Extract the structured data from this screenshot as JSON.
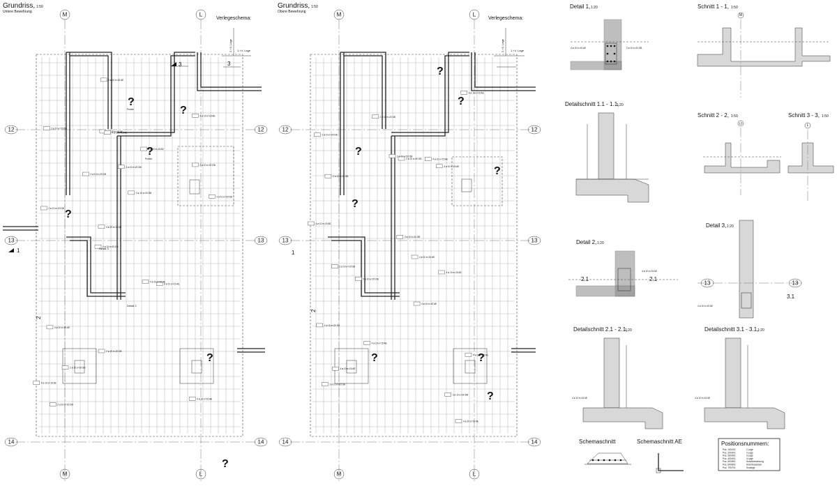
{
  "plan_left": {
    "title": "Grundriss,",
    "scale": "1:50",
    "subtitle": "Untere Bewehrung",
    "axes": {
      "top_m": "M",
      "top_l": "L",
      "row12": "12",
      "row13": "13",
      "row14": "14",
      "bottom_m": "M",
      "bottom_l": "L"
    },
    "schema_title": "Verlegeschema:",
    "schema_layer_a": "2.+3. Lage",
    "schema_layer_b": "1.+4. Lage",
    "schema_section": "3",
    "section_marks": {
      "s1": "1",
      "s2": "2",
      "s3": "3"
    },
    "detail2": "Detail 2",
    "detail3": "Detail 3"
  },
  "plan_right": {
    "title": "Grundriss,",
    "scale": "1:50",
    "subtitle": "Obere Bewehrung",
    "axes": {
      "top_m": "M",
      "top_l": "L",
      "row12": "12",
      "row13": "13",
      "row14": "14",
      "bottom_m": "M",
      "bottom_l": "L"
    },
    "schema_title": "Verlegeschema:",
    "schema_layer_a": "2.+3. Lage",
    "schema_layer_b": "1.+4. Lage",
    "section_marks": {
      "s1": "1",
      "s2": "2"
    }
  },
  "details": {
    "detail1": {
      "title": "Detail 1,",
      "scale": "1:20"
    },
    "detailschnitt11": {
      "title": "Detailschnitt 1.1 - 1.1,",
      "scale": "1:20"
    },
    "detail2": {
      "title": "Detail 2,",
      "scale": "1:20",
      "mark_a": "2.1",
      "mark_b": "2.1"
    },
    "detailschnitt21": {
      "title": "Detailschnitt 2.1 - 2.1,",
      "scale": "1:20"
    },
    "schnitt11": {
      "title": "Schnitt 1 - 1,",
      "scale": "1:50",
      "axis": "M"
    },
    "schnitt22": {
      "title": "Schnitt 2 - 2,",
      "scale": "1:50",
      "axis": "13"
    },
    "schnitt33": {
      "title": "Schnitt 3 - 3,",
      "scale": "1:50",
      "axis": "L"
    },
    "detail3": {
      "title": "Detail 3,",
      "scale": "1:20",
      "axis_a": "13",
      "axis_b": "13",
      "mark": "3.1"
    },
    "detailschnitt31": {
      "title": "Detailschnitt 3.1 - 3.1,",
      "scale": "1:20"
    },
    "schemaschnitt": {
      "title": "Schemaschnitt"
    },
    "schemaschnitt_ae": {
      "title": "Schemaschnitt AE"
    }
  },
  "legend": {
    "title": "Positionsnummern:",
    "rows": [
      {
        "pos": "Pos. 100/101",
        "label": "1.Lage"
      },
      {
        "pos": "Pos. 200/201",
        "label": "2.Lage"
      },
      {
        "pos": "Pos. 300/301",
        "label": "3.Lage"
      },
      {
        "pos": "Pos. 400/401",
        "label": "4.Lage"
      },
      {
        "pos": "Pos. 500/501",
        "label": "Schubbewehrung"
      },
      {
        "pos": "Pos. 600/601",
        "label": "Anschlusseisen"
      },
      {
        "pos": "Pos. 700/701",
        "label": "Sonstige"
      }
    ]
  },
  "sample_labels": {
    "rebar_a": "4 ø 10 e=15 AE",
    "rebar_b": "2 ø 10 e=20 DB",
    "probe": "Proben",
    "question": "?"
  }
}
